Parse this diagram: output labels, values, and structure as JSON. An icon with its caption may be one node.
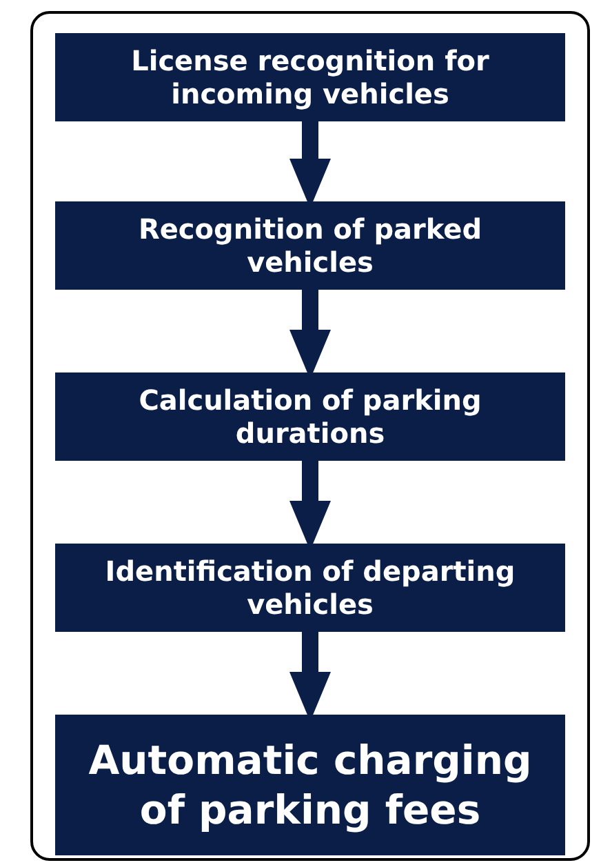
{
  "diagram": {
    "nodes": [
      {
        "text": [
          "License recognition for incoming vehicles"
        ]
      },
      {
        "text": [
          "Recognition of parked vehicles"
        ]
      },
      {
        "text": [
          "Calculation of parking durations"
        ]
      },
      {
        "text": [
          "Identification of departing vehicles"
        ]
      },
      {
        "text": [
          "Automatic charging of parking fees"
        ]
      }
    ],
    "edges": [
      {
        "from": 0,
        "to": 1,
        "arrow": "to"
      },
      {
        "from": 1,
        "to": 2,
        "arrow": "to"
      },
      {
        "from": 2,
        "to": 3,
        "arrow": "to"
      },
      {
        "from": 3,
        "to": 4,
        "arrow": "to"
      }
    ]
  }
}
